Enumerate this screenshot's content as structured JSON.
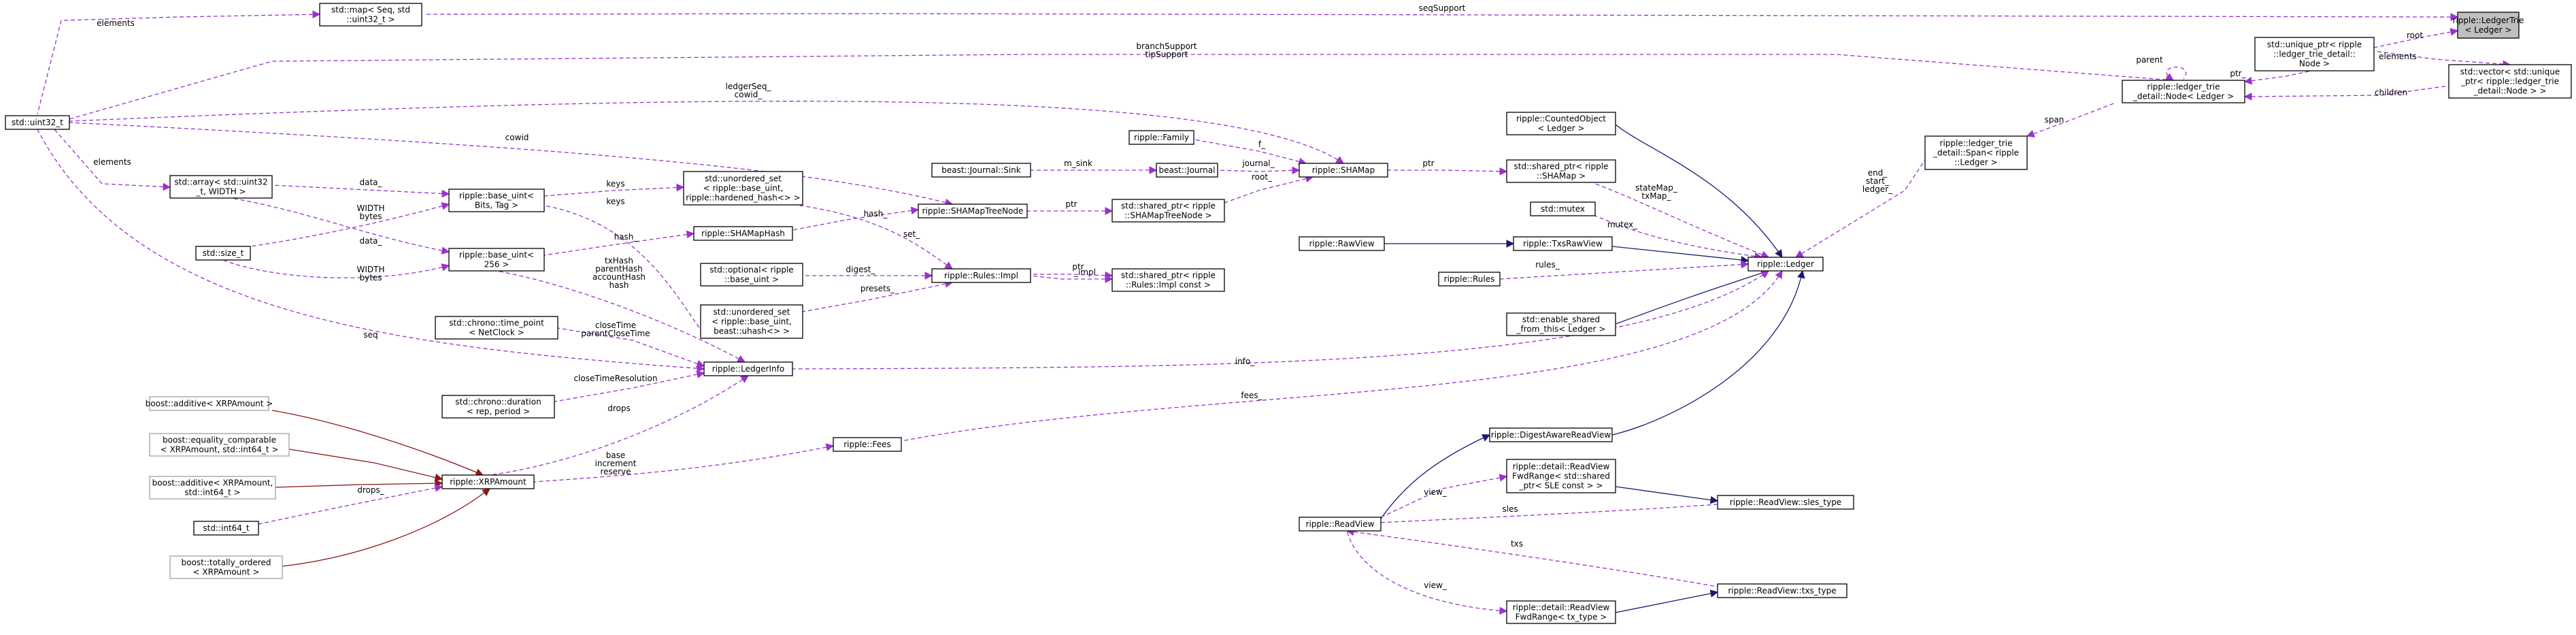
{
  "title": "",
  "nodes": [
    {
      "id": "root",
      "lines": [
        "ripple::LedgerTrie",
        "< Ledger >"
      ],
      "focus": true
    },
    {
      "id": "mapseq",
      "lines": [
        "std::map< Seq, std",
        "::uint32_t >"
      ]
    },
    {
      "id": "uint32",
      "lines": [
        "std::uint32_t"
      ]
    },
    {
      "id": "uniqueptr",
      "lines": [
        "std::unique_ptr< ripple",
        "::ledger_trie_detail::",
        "Node >"
      ]
    },
    {
      "id": "vecuniq",
      "lines": [
        "std::vector< std::unique",
        "_ptr< ripple::ledger_trie",
        "_detail::Node > >"
      ]
    },
    {
      "id": "trienode",
      "lines": [
        "ripple::ledger_trie",
        "_detail::Node< Ledger >"
      ]
    },
    {
      "id": "span",
      "lines": [
        "ripple::ledger_trie",
        "_detail::Span< ripple",
        "::Ledger >"
      ]
    },
    {
      "id": "ledger",
      "lines": [
        "ripple::Ledger"
      ]
    },
    {
      "id": "countedobj",
      "lines": [
        "ripple::CountedObject",
        "< Ledger >"
      ]
    },
    {
      "id": "sharedshamap",
      "lines": [
        "std::shared_ptr< ripple",
        "::SHAMap >"
      ]
    },
    {
      "id": "mutex",
      "lines": [
        "std::mutex"
      ]
    },
    {
      "id": "txsrawview",
      "lines": [
        "ripple::TxsRawView"
      ]
    },
    {
      "id": "rawview",
      "lines": [
        "ripple::RawView"
      ]
    },
    {
      "id": "rules",
      "lines": [
        "ripple::Rules"
      ]
    },
    {
      "id": "enableshared",
      "lines": [
        "std::enable_shared",
        "_from_this< Ledger >"
      ]
    },
    {
      "id": "digestview",
      "lines": [
        "ripple::DigestAwareReadView"
      ]
    },
    {
      "id": "readview",
      "lines": [
        "ripple::ReadView"
      ]
    },
    {
      "id": "fwdsle",
      "lines": [
        "ripple::detail::ReadView",
        "FwdRange< std::shared",
        "_ptr< SLE const > >"
      ]
    },
    {
      "id": "slestype",
      "lines": [
        "ripple::ReadView::sles_type"
      ]
    },
    {
      "id": "txstype",
      "lines": [
        "ripple::ReadView::txs_type"
      ]
    },
    {
      "id": "fwdtx",
      "lines": [
        "ripple::detail::ReadView",
        "FwdRange< tx_type >"
      ]
    },
    {
      "id": "shamap",
      "lines": [
        "ripple::SHAMap"
      ]
    },
    {
      "id": "family",
      "lines": [
        "ripple::Family"
      ]
    },
    {
      "id": "journal",
      "lines": [
        "beast::Journal"
      ]
    },
    {
      "id": "sink",
      "lines": [
        "beast::Journal::Sink"
      ]
    },
    {
      "id": "sharedtreenode",
      "lines": [
        "std::shared_ptr< ripple",
        "::SHAMapTreeNode >"
      ]
    },
    {
      "id": "treenode",
      "lines": [
        "ripple::SHAMapTreeNode"
      ]
    },
    {
      "id": "sharedimpl",
      "lines": [
        "std::shared_ptr< ripple",
        "::Rules::Impl const >"
      ]
    },
    {
      "id": "rulesimpl",
      "lines": [
        "ripple::Rules::Impl"
      ]
    },
    {
      "id": "unordhardened",
      "lines": [
        "std::unordered_set",
        "< ripple::base_uint,",
        "ripple::hardened_hash<> >"
      ]
    },
    {
      "id": "shamaphash",
      "lines": [
        "ripple::SHAMapHash"
      ]
    },
    {
      "id": "optional",
      "lines": [
        "std::optional< ripple",
        "::base_uint >"
      ]
    },
    {
      "id": "unorduhash",
      "lines": [
        "std::unordered_set",
        "< ripple::base_uint,",
        "beast::uhash<> >"
      ]
    },
    {
      "id": "baseuintbits",
      "lines": [
        "ripple::base_uint<",
        "Bits, Tag >"
      ]
    },
    {
      "id": "baseuint256",
      "lines": [
        "ripple::base_uint<",
        "256 >"
      ]
    },
    {
      "id": "stdarray",
      "lines": [
        "std::array< std::uint32",
        "_t, WIDTH >"
      ]
    },
    {
      "id": "sizet",
      "lines": [
        "std::size_t"
      ]
    },
    {
      "id": "timepoint",
      "lines": [
        "std::chrono::time_point",
        "< NetClock >"
      ]
    },
    {
      "id": "duration",
      "lines": [
        "std::chrono::duration",
        "< rep, period >"
      ]
    },
    {
      "id": "ledgerinfo",
      "lines": [
        "ripple::LedgerInfo"
      ]
    },
    {
      "id": "fees",
      "lines": [
        "ripple::Fees"
      ]
    },
    {
      "id": "xrpamount",
      "lines": [
        "ripple::XRPAmount"
      ]
    },
    {
      "id": "addxrp",
      "lines": [
        "boost::additive< XRPAmount >"
      ],
      "grey": true
    },
    {
      "id": "eqcomp",
      "lines": [
        "boost::equality_comparable",
        "< XRPAmount, std::int64_t >"
      ],
      "grey": true
    },
    {
      "id": "addint",
      "lines": [
        "boost::additive< XRPAmount,",
        "std::int64_t >"
      ],
      "grey": true
    },
    {
      "id": "int64",
      "lines": [
        "std::int64_t"
      ]
    },
    {
      "id": "totord",
      "lines": [
        "boost::totally_ordered",
        "< XRPAmount >"
      ],
      "grey": true
    }
  ],
  "edges": [
    {
      "id": "e1",
      "kind": "dep",
      "labels": [
        "seqSupport"
      ]
    },
    {
      "id": "e2",
      "kind": "dep",
      "labels": [
        "root"
      ]
    },
    {
      "id": "e3",
      "kind": "dep",
      "labels": [
        "elements"
      ]
    },
    {
      "id": "e4",
      "kind": "dep",
      "labels": [
        "branchSupport",
        "tipSupport"
      ]
    },
    {
      "id": "e5",
      "kind": "dep",
      "labels": [
        "parent"
      ]
    },
    {
      "id": "e6",
      "kind": "dep",
      "labels": [
        "ptr_"
      ]
    },
    {
      "id": "e7",
      "kind": "dep",
      "labels": [
        "children"
      ]
    },
    {
      "id": "e8",
      "kind": "dep",
      "labels": [
        "elements"
      ]
    },
    {
      "id": "e9",
      "kind": "dep",
      "labels": [
        "span"
      ]
    },
    {
      "id": "e10",
      "kind": "dep",
      "labels": [
        "end_",
        "start_",
        "ledger_"
      ]
    },
    {
      "id": "e11",
      "kind": "inh",
      "labels": []
    },
    {
      "id": "e12",
      "kind": "dep",
      "labels": [
        "stateMap_",
        "txMap_"
      ]
    },
    {
      "id": "e13",
      "kind": "dep",
      "labels": [
        "mutex_"
      ]
    },
    {
      "id": "e14",
      "kind": "inh",
      "labels": []
    },
    {
      "id": "e15",
      "kind": "inh",
      "labels": []
    },
    {
      "id": "e16",
      "kind": "dep",
      "labels": [
        "rules_"
      ]
    },
    {
      "id": "e17",
      "kind": "inh",
      "labels": []
    },
    {
      "id": "e18",
      "kind": "dep",
      "labels": [
        "info_"
      ]
    },
    {
      "id": "e19",
      "kind": "dep",
      "labels": [
        "fees_"
      ]
    },
    {
      "id": "e20",
      "kind": "inh",
      "labels": []
    },
    {
      "id": "e21",
      "kind": "inh",
      "labels": []
    },
    {
      "id": "e22",
      "kind": "dep",
      "labels": [
        "view_"
      ]
    },
    {
      "id": "e23",
      "kind": "inh",
      "labels": []
    },
    {
      "id": "e24",
      "kind": "dep",
      "labels": [
        "sles"
      ]
    },
    {
      "id": "e25",
      "kind": "dep",
      "labels": [
        "txs"
      ]
    },
    {
      "id": "e26",
      "kind": "dep",
      "labels": [
        "view_"
      ]
    },
    {
      "id": "e27",
      "kind": "inh",
      "labels": []
    },
    {
      "id": "e28",
      "kind": "dep",
      "labels": [
        "ptr"
      ]
    },
    {
      "id": "e29",
      "kind": "dep",
      "labels": [
        "ledgerSeq_",
        "cowid_"
      ]
    },
    {
      "id": "e30",
      "kind": "dep",
      "labels": [
        "f_"
      ]
    },
    {
      "id": "e31",
      "kind": "dep",
      "labels": [
        "journal_"
      ]
    },
    {
      "id": "e32",
      "kind": "dep",
      "labels": [
        "m_sink"
      ]
    },
    {
      "id": "e33",
      "kind": "dep",
      "labels": [
        "root_"
      ]
    },
    {
      "id": "e34",
      "kind": "dep",
      "labels": [
        "ptr"
      ]
    },
    {
      "id": "e35",
      "kind": "dep",
      "labels": [
        "cowid"
      ]
    },
    {
      "id": "e36",
      "kind": "dep",
      "labels": [
        "hash_"
      ]
    },
    {
      "id": "e37",
      "kind": "dep",
      "labels": [
        "set_"
      ]
    },
    {
      "id": "e38",
      "kind": "dep",
      "labels": [
        "_impl"
      ]
    },
    {
      "id": "e39",
      "kind": "dep",
      "labels": [
        "ptr"
      ]
    },
    {
      "id": "e40",
      "kind": "dep",
      "labels": [
        "digest_"
      ]
    },
    {
      "id": "e41",
      "kind": "dep",
      "labels": [
        "presets_"
      ]
    },
    {
      "id": "e42",
      "kind": "dep",
      "labels": [
        "keys"
      ]
    },
    {
      "id": "e43",
      "kind": "dep",
      "labels": [
        "keys"
      ]
    },
    {
      "id": "e44",
      "kind": "dep",
      "labels": [
        "hash_"
      ]
    },
    {
      "id": "e45",
      "kind": "dep",
      "labels": [
        "data_"
      ]
    },
    {
      "id": "e46",
      "kind": "dep",
      "labels": [
        "WIDTH",
        "bytes"
      ]
    },
    {
      "id": "e47",
      "kind": "dep",
      "labels": [
        "data_"
      ]
    },
    {
      "id": "e48",
      "kind": "dep",
      "labels": [
        "WIDTH",
        "bytes"
      ]
    },
    {
      "id": "e49",
      "kind": "dep",
      "labels": [
        "elements"
      ]
    },
    {
      "id": "e50",
      "kind": "dep",
      "labels": [
        "txHash",
        "parentHash",
        "accountHash",
        "hash"
      ]
    },
    {
      "id": "e51",
      "kind": "dep",
      "labels": [
        "seq"
      ]
    },
    {
      "id": "e52",
      "kind": "dep",
      "labels": [
        "closeTime",
        "parentCloseTime"
      ]
    },
    {
      "id": "e53",
      "kind": "dep",
      "labels": [
        "closeTimeResolution"
      ]
    },
    {
      "id": "e54",
      "kind": "dep",
      "labels": [
        "drops"
      ]
    },
    {
      "id": "e55",
      "kind": "dep",
      "labels": [
        "base",
        "increment",
        "reserve"
      ]
    },
    {
      "id": "e56",
      "kind": "ext",
      "labels": []
    },
    {
      "id": "e57",
      "kind": "ext",
      "labels": []
    },
    {
      "id": "e58",
      "kind": "ext",
      "labels": []
    },
    {
      "id": "e59",
      "kind": "dep",
      "labels": [
        "drops_"
      ]
    },
    {
      "id": "e60",
      "kind": "ext",
      "labels": []
    }
  ],
  "colors": {
    "dependency": "#9a32cd",
    "inheritance": "#191970",
    "template": "#8b1a1a",
    "focus_fill": "#bfbfbf",
    "grey_border": "#a0a0a0"
  }
}
